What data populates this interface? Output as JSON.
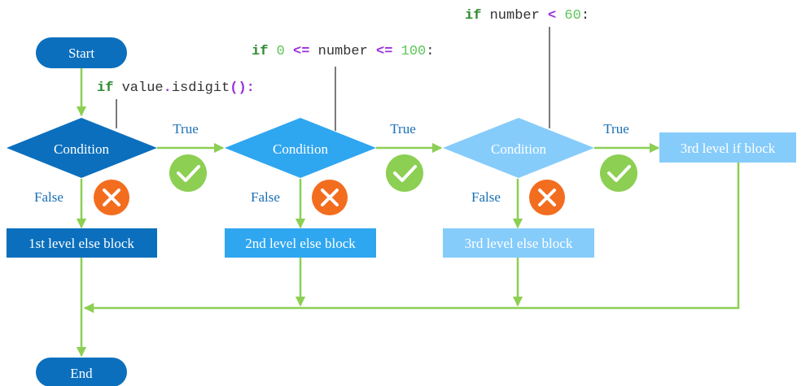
{
  "colors": {
    "dark_blue": "#0b6fbd",
    "mid_blue": "#2fa6f0",
    "light_blue": "#86ccfb",
    "arrow_green": "#8ccf53",
    "check_green": "#8ccf53",
    "cross_orange": "#f36d1f",
    "label_blue": "#1a6fb4"
  },
  "terminals": {
    "start": "Start",
    "end": "End"
  },
  "conditions": [
    {
      "label": "Condition"
    },
    {
      "label": "Condition"
    },
    {
      "label": "Condition"
    }
  ],
  "edge_labels": {
    "true": "True",
    "false": "False"
  },
  "blocks": {
    "else1": "1st level else block",
    "else2": "2nd level else block",
    "else3": "3rd level else block",
    "if3": "3rd level if block"
  },
  "code": {
    "line1": {
      "kw": "if",
      "pre": " value",
      "op1": ".",
      "name": "isdigit",
      "op2": "():"
    },
    "line2": {
      "kw": "if",
      "n1": " 0 ",
      "op1": "<=",
      "mid": " number ",
      "op2": "<=",
      "n2": " 100",
      "end": ":"
    },
    "line3": {
      "kw": "if",
      "mid": " number ",
      "op": "<",
      "n": " 60",
      "end": ":"
    }
  },
  "icons": [
    "check-icon",
    "cross-icon"
  ]
}
